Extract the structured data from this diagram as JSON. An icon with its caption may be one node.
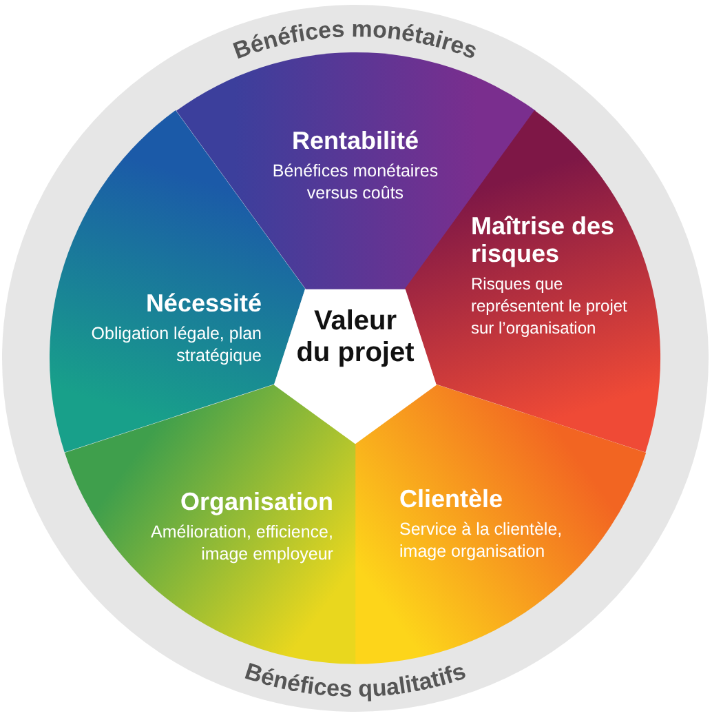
{
  "diagram": {
    "nodes": [
      {
        "text": [
          "Bénéfices monétaires",
          "Bénéfices qualitatifs"
        ]
      },
      {
        "text": [
          "Rentabilité",
          "Bénéfices monétaires versus coûts"
        ],
        "in": 0
      },
      {
        "text": [
          "Maîtrise des risques",
          "Risques que représentent le projet sur l’organisation"
        ],
        "in": 0
      },
      {
        "text": [
          "Clientèle",
          "Service à la clientèle, image organisation"
        ],
        "in": 0
      },
      {
        "text": [
          "Organisation",
          "Amélioration, efficience, image employeur"
        ],
        "in": 0
      },
      {
        "text": [
          "Nécessité",
          "Obligation légale, plan stratégique"
        ],
        "in": 0
      },
      {
        "text": [
          "Valeur du projet"
        ],
        "in": 0
      }
    ]
  }
}
